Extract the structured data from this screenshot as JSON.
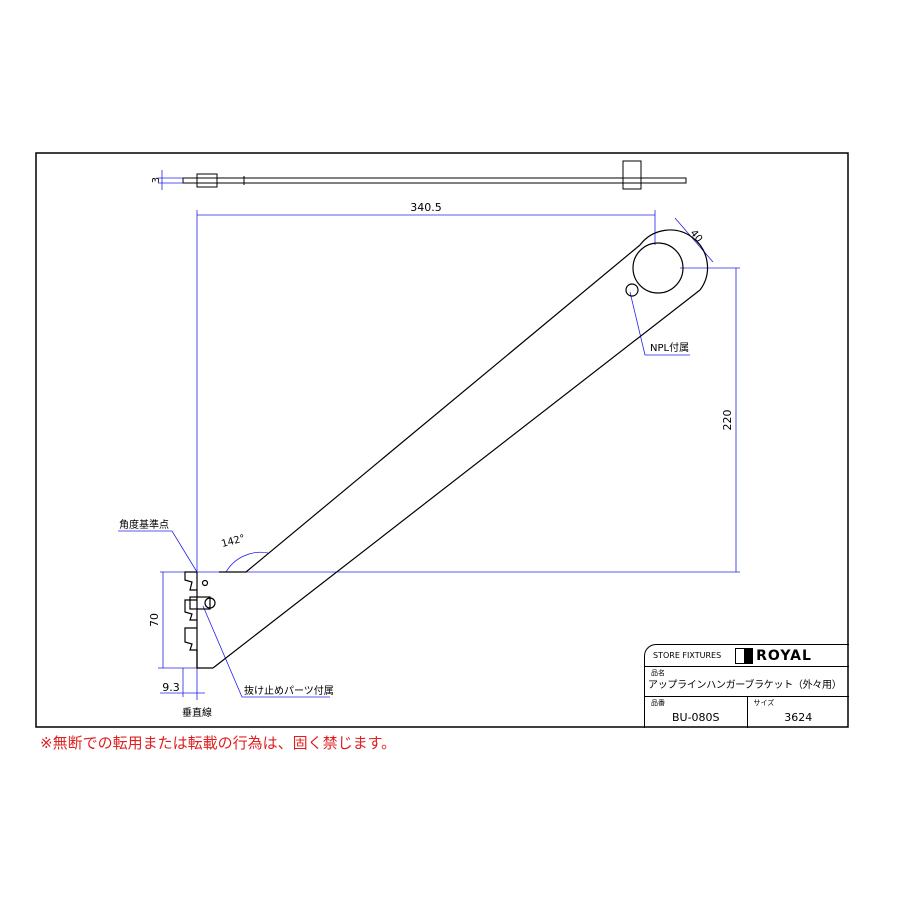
{
  "dims": {
    "top_thickness": "3",
    "length": "340.5",
    "tube": "40",
    "height": "220",
    "angle": "142°",
    "plate_height": "70",
    "offset": "9.3"
  },
  "labels": {
    "angle_ref": "角度基準点",
    "npl": "NPL付属",
    "stopper": "抜け止めパーツ付属",
    "vertical": "垂直線"
  },
  "title_block": {
    "brand_text": "STORE FIXTURES",
    "logo": "ROYAL",
    "name_label": "品名",
    "name": "アップラインハンガーブラケット（外々用）",
    "code_label": "品番",
    "code": "BU-080S",
    "size_label": "サイズ",
    "size": "3624"
  },
  "notice": "※無断での転用または転載の行為は、固く禁じます。",
  "colors": {
    "dimension": "#2222ee",
    "notice": "#e02020"
  }
}
